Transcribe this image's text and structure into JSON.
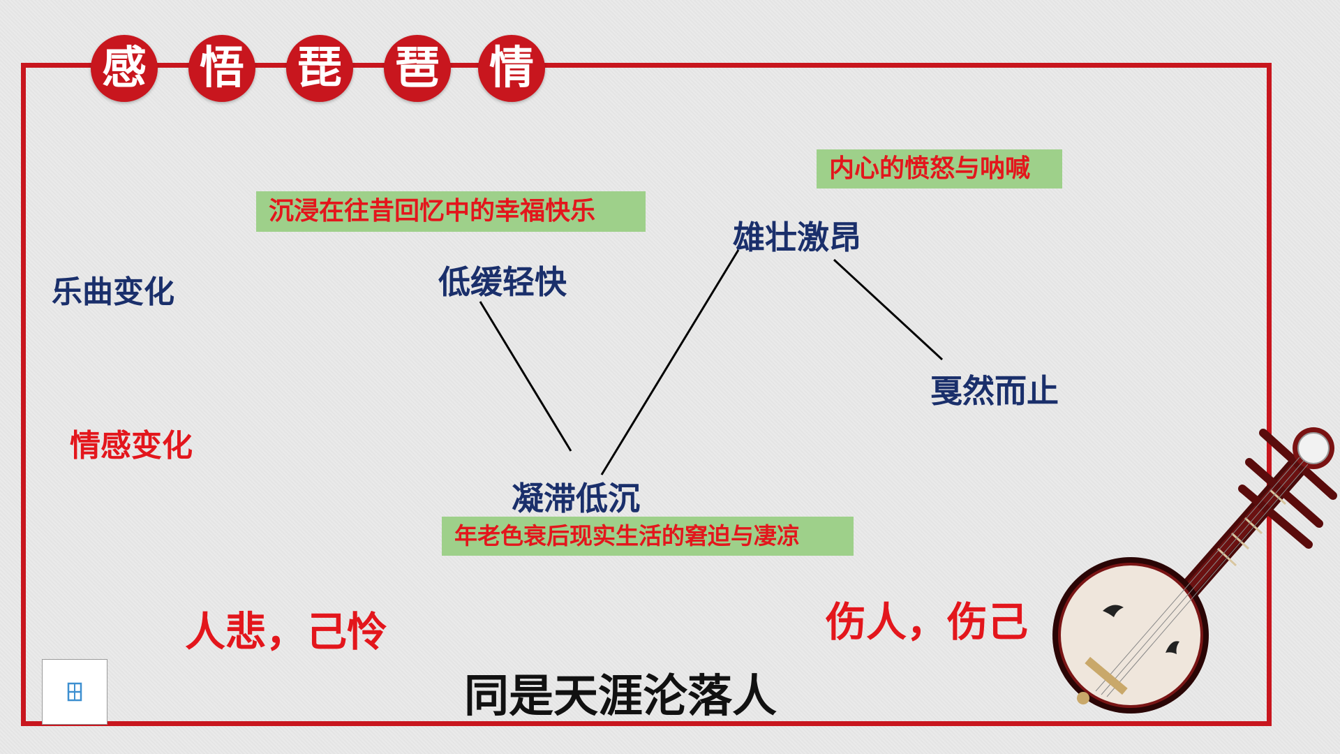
{
  "title": {
    "chars": [
      "感",
      "悟",
      "琵",
      "琶",
      "情"
    ]
  },
  "row_labels": {
    "music": "乐曲变化",
    "emotion": "情感变化"
  },
  "music_states": {
    "low_slow_light": "低缓轻快",
    "stagnant_low": "凝滞低沉",
    "grand_stirring": "雄壮激昂",
    "sudden_stop": "戛然而止"
  },
  "emotion_labels": {
    "happy_memory": "沉浸在往昔回忆中的幸福快乐",
    "old_age": "年老色衰后现实生活的窘迫与凄凉",
    "anger": "内心的愤怒与呐喊"
  },
  "conclusions": {
    "left": "人悲，己怜",
    "right": "伤人，伤己",
    "bottom": "同是天涯沦落人"
  },
  "colors": {
    "accent_red": "#c8161e",
    "navy": "#1a2f6b",
    "label_green": "#9ed08a"
  },
  "icons": {
    "nav": "slide-nav-icon",
    "instrument": "pipa-instrument-illustration"
  }
}
